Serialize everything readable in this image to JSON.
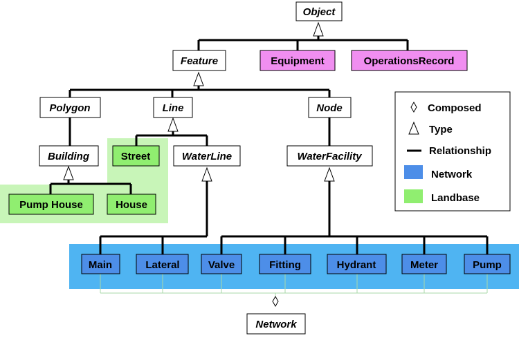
{
  "colors": {
    "abstract_fill": "#ffffff",
    "other_fill": "#f08ef0",
    "network_fill": "#4d8ee8",
    "landbase_fill": "#90ee70",
    "network_band": "#4fb4f2",
    "landbase_band": "#c8f5b8",
    "stroke": "#000000",
    "thin_line": "#a8d8a8"
  },
  "nodes": {
    "object": "Object",
    "feature": "Feature",
    "equipment": "Equipment",
    "operations_record": "OperationsRecord",
    "polygon": "Polygon",
    "line": "Line",
    "node": "Node",
    "building": "Building",
    "street": "Street",
    "water_line": "WaterLine",
    "water_facility": "WaterFacility",
    "pump_house": "Pump House",
    "house": "House",
    "main": "Main",
    "lateral": "Lateral",
    "valve": "Valve",
    "fitting": "Fitting",
    "hydrant": "Hydrant",
    "meter": "Meter",
    "pump": "Pump",
    "network": "Network"
  },
  "legend": {
    "composed": "Composed",
    "type": "Type",
    "relationship": "Relationship",
    "network": "Network",
    "landbase": "Landbase"
  }
}
